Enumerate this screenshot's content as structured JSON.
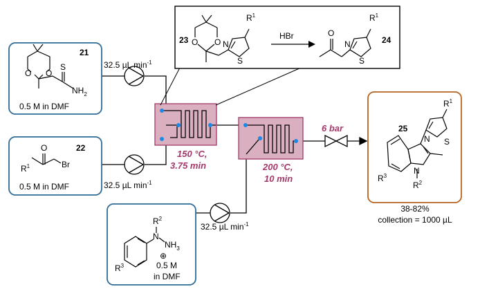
{
  "colors": {
    "reagent_box": "#2f6b96",
    "product_box": "#b8621f",
    "reactor_fill": "#dab0c1",
    "reactor_border": "#a2396a",
    "condition_text": "#a2396a",
    "junction_dot": "#1e88e5"
  },
  "reagent_21": {
    "number": "21",
    "concentration": "0.5 M in DMF",
    "atom_s": "S",
    "atom_nh2": "NH",
    "atom_nh2_sub": "2",
    "atom_o": "O"
  },
  "reagent_22": {
    "number": "22",
    "concentration": "0.5 M in DMF",
    "atom_o": "O",
    "atom_br": "Br",
    "r_group": "R",
    "r_sup": "1"
  },
  "reagent_hydrazine": {
    "concentration_line1": "0.5 M",
    "concentration_line2": "in DMF",
    "atom_n": "N",
    "atom_nh3": "NH",
    "atom_nh3_sub": "3",
    "charge": "⊕",
    "r2": "R",
    "r2_sup": "2",
    "r3": "R",
    "r3_sup": "3"
  },
  "flow_rates": {
    "pump_1": "32.5 µL min",
    "pump_2": "32.5 µL min",
    "pump_3": "32.5 µL min",
    "exponent": "-1"
  },
  "reactor_1": {
    "temperature": "150 °C,",
    "time": "3.75 min"
  },
  "reactor_2": {
    "temperature": "200 °C,",
    "time": "10 min"
  },
  "back_pressure": "6 bar",
  "inset": {
    "start_number": "23",
    "product_number": "24",
    "reagent": "HBr",
    "r_group": "R",
    "r_sup": "1",
    "atom_o": "O",
    "atom_n": "N",
    "atom_s": "S"
  },
  "product": {
    "number": "25",
    "yield": "38-82%",
    "collection": "collection = 1000 µL",
    "atom_n": "N",
    "atom_s": "S",
    "r1": "R",
    "r1_sup": "1",
    "r2": "R",
    "r2_sup": "2",
    "r3": "R",
    "r3_sup": "3"
  }
}
